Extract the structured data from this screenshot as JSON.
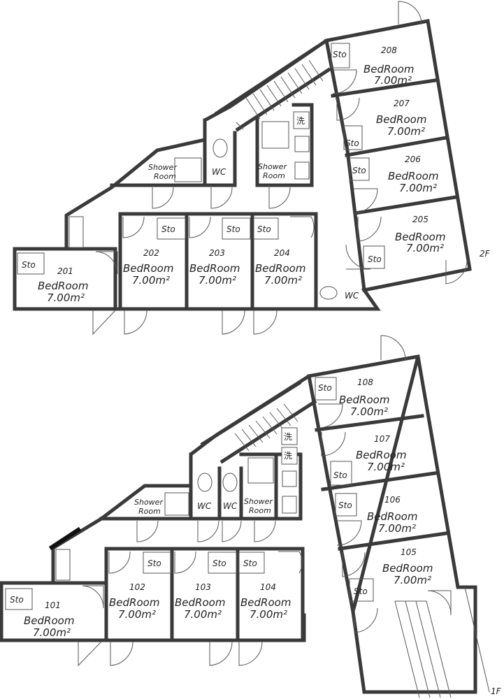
{
  "floors": [
    {
      "label": "2F",
      "rooms": [
        {
          "number": "208",
          "name": "BedRoom",
          "area": "7.00m²"
        },
        {
          "number": "207",
          "name": "BedRoom",
          "area": "7.00m²"
        },
        {
          "number": "206",
          "name": "BedRoom",
          "area": "7.00m²"
        },
        {
          "number": "205",
          "name": "BedRoom",
          "area": "7.00m²"
        },
        {
          "number": "201",
          "name": "BedRoom",
          "area": "7.00m²"
        },
        {
          "number": "202",
          "name": "BedRoom",
          "area": "7.00m²"
        },
        {
          "number": "203",
          "name": "BedRoom",
          "area": "7.00m²"
        },
        {
          "number": "204",
          "name": "BedRoom",
          "area": "7.00m²"
        }
      ],
      "storage_label": "Sto",
      "shower_line1": "Shower",
      "shower_line2": "Room",
      "wc_label": "WC",
      "wash_label": "洗"
    },
    {
      "label": "1F",
      "rooms": [
        {
          "number": "108",
          "name": "BedRoom",
          "area": "7.00m²"
        },
        {
          "number": "107",
          "name": "BedRoom",
          "area": "7.00m²"
        },
        {
          "number": "106",
          "name": "BedRoom",
          "area": "7.00m²"
        },
        {
          "number": "105",
          "name": "BedRoom",
          "area": "7.00m²"
        },
        {
          "number": "101",
          "name": "BedRoom",
          "area": "7.00m²"
        },
        {
          "number": "102",
          "name": "BedRoom",
          "area": "7.00m²"
        },
        {
          "number": "103",
          "name": "BedRoom",
          "area": "7.00m²"
        },
        {
          "number": "104",
          "name": "BedRoom",
          "area": "7.00m²"
        }
      ],
      "storage_label": "Sto",
      "shower_line1": "Shower",
      "shower_line2": "Room",
      "wc_label": "WC",
      "wash_label": "洗"
    }
  ]
}
